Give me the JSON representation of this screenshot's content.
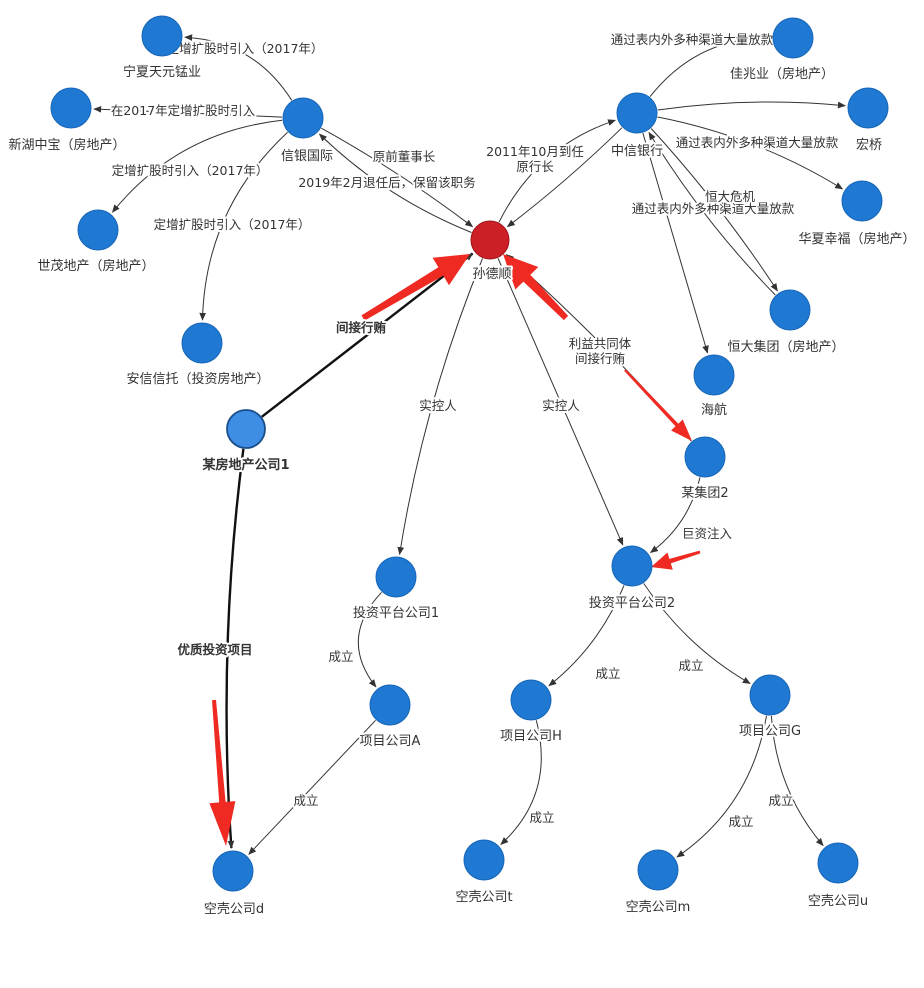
{
  "colors": {
    "node": "#1f78d1",
    "node_stroke": "#1766b7",
    "center_node": "#cc1f26",
    "highlight_node": "#3e8ee6",
    "edge": "#333333",
    "arrow_red": "#ee2a22",
    "label_bg": "#ffffff"
  },
  "nodes": [
    {
      "id": "sun",
      "label": "孙德顺",
      "style": "center"
    },
    {
      "id": "xinyin",
      "label": "信银国际"
    },
    {
      "id": "ningxia",
      "label": "宁夏天元锰业"
    },
    {
      "id": "xinhu",
      "label": "新湖中宝（房地产）"
    },
    {
      "id": "shimao",
      "label": "世茂地产（房地产）"
    },
    {
      "id": "anxin",
      "label": "安信信托（投资房地产）"
    },
    {
      "id": "citic",
      "label": "中信银行"
    },
    {
      "id": "jiazhao",
      "label": "佳兆业（房地产）"
    },
    {
      "id": "hongqiao",
      "label": "宏桥"
    },
    {
      "id": "huaxia",
      "label": "华夏幸福（房地产）"
    },
    {
      "id": "hengda",
      "label": "恒大集团（房地产）"
    },
    {
      "id": "hainan",
      "label": "海航"
    },
    {
      "id": "group2",
      "label": "某集团2"
    },
    {
      "id": "re1",
      "label": "某房地产公司1",
      "style": "highlight"
    },
    {
      "id": "plat1",
      "label": "投资平台公司1"
    },
    {
      "id": "plat2",
      "label": "投资平台公司2"
    },
    {
      "id": "projA",
      "label": "项目公司A"
    },
    {
      "id": "projH",
      "label": "项目公司H"
    },
    {
      "id": "projG",
      "label": "项目公司G"
    },
    {
      "id": "shellD",
      "label": "空壳公司d"
    },
    {
      "id": "shellT",
      "label": "空壳公司t"
    },
    {
      "id": "shellM",
      "label": "空壳公司m"
    },
    {
      "id": "shellU",
      "label": "空壳公司u"
    }
  ],
  "edges": [
    {
      "from": "xinyin",
      "to": "ningxia",
      "label": "定增扩股时引入（2017年）"
    },
    {
      "from": "xinyin",
      "to": "xinhu",
      "label": "在2017年定增扩股时引入"
    },
    {
      "from": "xinyin",
      "to": "shimao",
      "label": "定增扩股时引入（2017年）"
    },
    {
      "from": "xinyin",
      "to": "anxin",
      "label": "定增扩股时引入（2017年）"
    },
    {
      "from": "xinyin",
      "to": "sun",
      "label": "原前董事长"
    },
    {
      "from": "sun",
      "to": "xinyin",
      "label": "2019年2月退任后，保留该职务"
    },
    {
      "from": "sun",
      "to": "citic",
      "label": "2011年10月到任 原行长"
    },
    {
      "from": "citic",
      "to": "sun",
      "label": ""
    },
    {
      "from": "citic",
      "to": "jiazhao",
      "label": "通过表内外多种渠道大量放款"
    },
    {
      "from": "citic",
      "to": "hongqiao",
      "label": ""
    },
    {
      "from": "citic",
      "to": "huaxia",
      "label": "通过表内外多种渠道大量放款"
    },
    {
      "from": "citic",
      "to": "hengda",
      "label": "通过表内外多种渠道大量放款"
    },
    {
      "from": "hengda",
      "to": "citic",
      "label": "恒大危机"
    },
    {
      "from": "citic",
      "to": "hainan",
      "label": ""
    },
    {
      "from": "group2",
      "to": "sun",
      "label": "利益共同体 间接行贿"
    },
    {
      "from": "re1",
      "to": "sun",
      "label": "间接行贿",
      "bold": true
    },
    {
      "from": "sun",
      "to": "plat1",
      "label": "实控人"
    },
    {
      "from": "sun",
      "to": "plat2",
      "label": "实控人"
    },
    {
      "from": "group2",
      "to": "plat2",
      "label": "巨资注入"
    },
    {
      "from": "plat1",
      "to": "projA",
      "label": "成立"
    },
    {
      "from": "projA",
      "to": "shellD",
      "label": "成立"
    },
    {
      "from": "re1",
      "to": "shellD",
      "label": "优质投资项目",
      "bold": true
    },
    {
      "from": "plat2",
      "to": "projH",
      "label": "成立"
    },
    {
      "from": "plat2",
      "to": "projG",
      "label": "成立"
    },
    {
      "from": "projH",
      "to": "shellT",
      "label": "成立"
    },
    {
      "from": "projG",
      "to": "shellM",
      "label": "成立"
    },
    {
      "from": "projG",
      "to": "shellU",
      "label": "成立"
    }
  ]
}
